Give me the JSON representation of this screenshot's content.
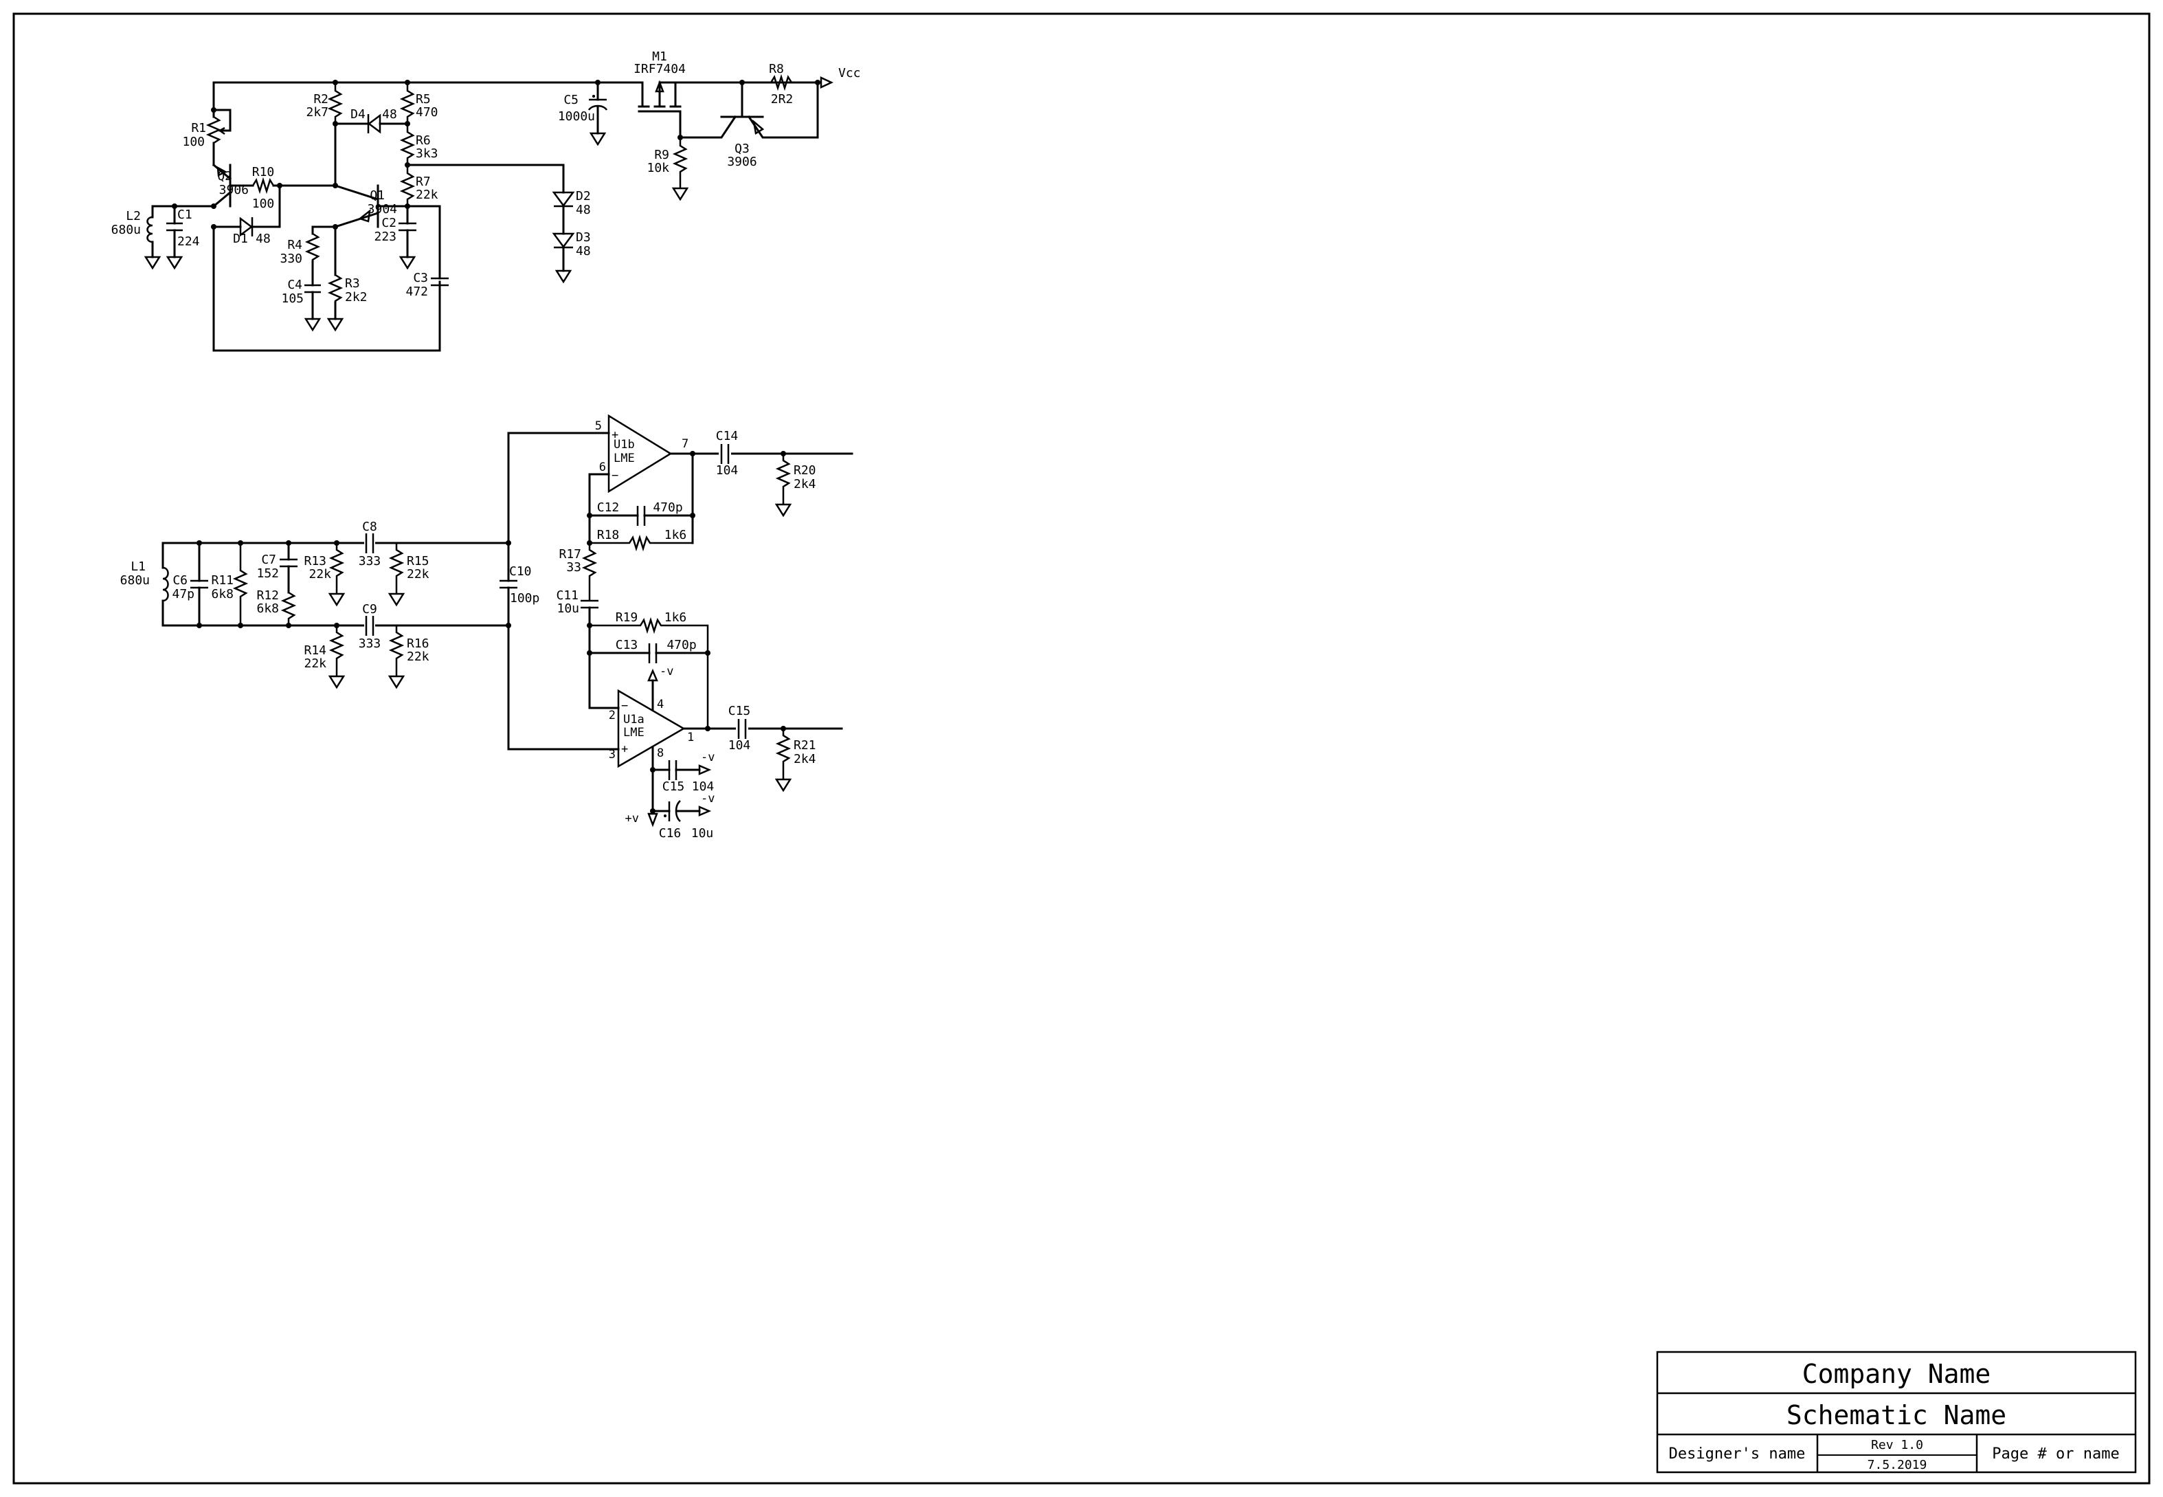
{
  "title_block": {
    "company": "Company Name",
    "schematic": "Schematic Name",
    "designer": "Designer's name",
    "revision": "Rev 1.0",
    "date": "7.5.2019",
    "page": "Page # or name"
  },
  "colors": {
    "ink": "#000000",
    "paper": "#ffffff"
  },
  "oscillator": {
    "R1": {
      "ref": "R1",
      "value": "100"
    },
    "R2": {
      "ref": "R2",
      "value": "2k7"
    },
    "R3": {
      "ref": "R3",
      "value": "2k2"
    },
    "R4": {
      "ref": "R4",
      "value": "330"
    },
    "R5": {
      "ref": "R5",
      "value": "470"
    },
    "R6": {
      "ref": "R6",
      "value": "3k3"
    },
    "R7": {
      "ref": "R7",
      "value": "22k"
    },
    "R8": {
      "ref": "R8",
      "value": "2R2"
    },
    "R9": {
      "ref": "R9",
      "value": "10k"
    },
    "R10": {
      "ref": "R10",
      "value": "100"
    },
    "C1": {
      "ref": "C1",
      "value": "224"
    },
    "C2": {
      "ref": "C2",
      "value": "223"
    },
    "C3": {
      "ref": "C3",
      "value": "472"
    },
    "C4": {
      "ref": "C4",
      "value": "105"
    },
    "C5": {
      "ref": "C5",
      "value": "1000u"
    },
    "L2": {
      "ref": "L2",
      "value": "680u"
    },
    "D1": {
      "ref": "D1",
      "value": "48"
    },
    "D2": {
      "ref": "D2",
      "value": "48"
    },
    "D3": {
      "ref": "D3",
      "value": "48"
    },
    "D4": {
      "ref": "D4",
      "value": "48"
    },
    "Q1": {
      "ref": "Q1",
      "value": "3904"
    },
    "Q2": {
      "ref": "Q2",
      "value": "3906"
    },
    "Q3": {
      "ref": "Q3",
      "value": "3906"
    },
    "M1": {
      "ref": "M1",
      "value": "IRF7404"
    },
    "vcc": "Vcc"
  },
  "receiver": {
    "L1": {
      "ref": "L1",
      "value": "680u"
    },
    "C6": {
      "ref": "C6",
      "value": "47p"
    },
    "R11": {
      "ref": "R11",
      "value": "6k8"
    },
    "C7": {
      "ref": "C7",
      "value": "152"
    },
    "R12": {
      "ref": "R12",
      "value": "6k8"
    },
    "R13": {
      "ref": "R13",
      "value": "22k"
    },
    "R14": {
      "ref": "R14",
      "value": "22k"
    },
    "C8": {
      "ref": "C8",
      "value": "333"
    },
    "C9": {
      "ref": "C9",
      "value": "333"
    },
    "R15": {
      "ref": "R15",
      "value": "22k"
    },
    "R16": {
      "ref": "R16",
      "value": "22k"
    },
    "C10": {
      "ref": "C10",
      "value": "100p"
    },
    "U1b": {
      "ref": "U1b",
      "value": "LME",
      "pins": {
        "plus": "5",
        "minus": "6",
        "out": "7"
      }
    },
    "U1a": {
      "ref": "U1a",
      "value": "LME",
      "pins": {
        "plus": "3",
        "minus": "2",
        "out": "1",
        "vneg": "4",
        "vpos": "8"
      }
    },
    "C12": {
      "ref": "C12",
      "value": "470p"
    },
    "R18": {
      "ref": "R18",
      "value": "1k6"
    },
    "R17": {
      "ref": "R17",
      "value": "33"
    },
    "C11": {
      "ref": "C11",
      "value": "10u"
    },
    "R19": {
      "ref": "R19",
      "value": "1k6"
    },
    "C13": {
      "ref": "C13",
      "value": "470p"
    },
    "C14": {
      "ref": "C14",
      "value": "104"
    },
    "R20": {
      "ref": "R20",
      "value": "2k4"
    },
    "C15_out": {
      "ref": "C15",
      "value": "104"
    },
    "R21": {
      "ref": "R21",
      "value": "2k4"
    },
    "C15_dec": {
      "ref": "C15",
      "value": "104"
    },
    "C16": {
      "ref": "C16",
      "value": "10u"
    },
    "neg_v": "-v",
    "pos_v": "+v",
    "plus_sign": "+",
    "minus_sign": "−"
  }
}
